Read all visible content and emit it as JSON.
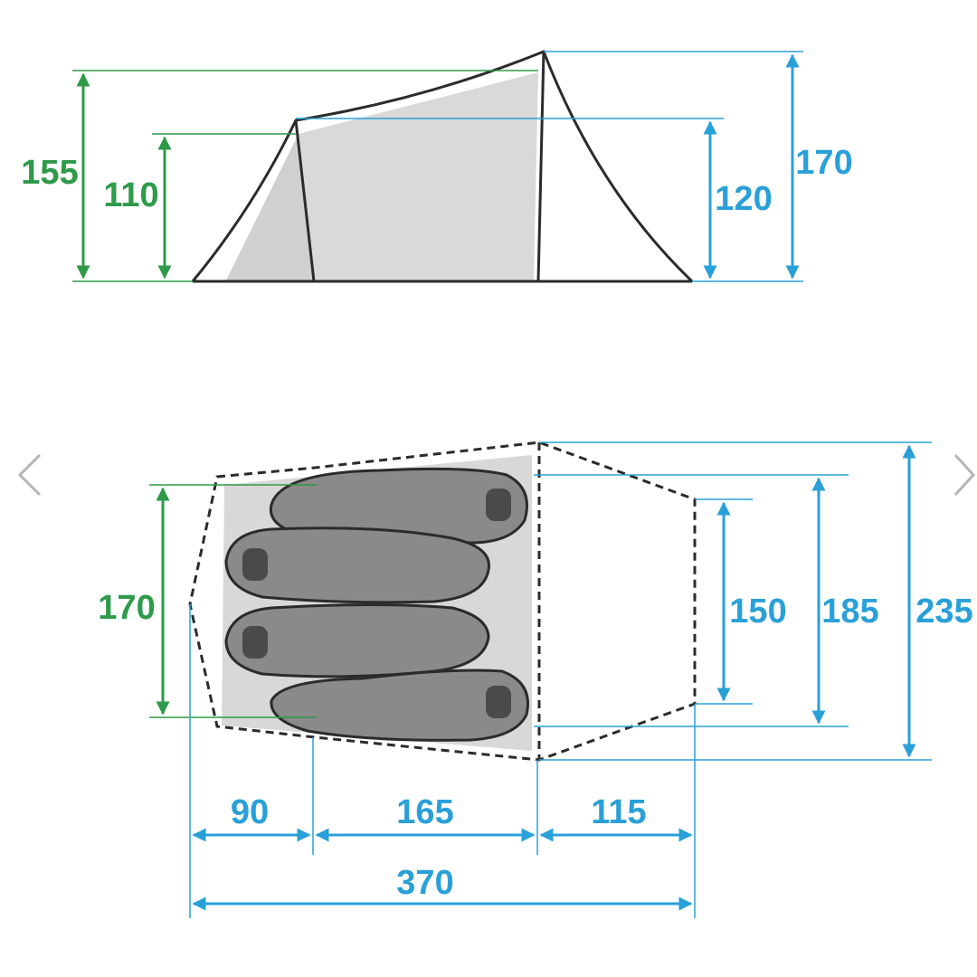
{
  "colors": {
    "green": "#2e9a4a",
    "blue": "#2aa0d8",
    "outline": "#2b2b2b",
    "floor": "#d8d8d8",
    "bag": "#8a8a8a",
    "head": "#4a4a4a",
    "nav": "#b5b5b5"
  },
  "side_view": {
    "total_height": "155",
    "front_pole_height": "110",
    "rear_pole_height": "120",
    "peak_height": "170"
  },
  "top_view": {
    "inner_width": "170",
    "vestibule_width": "150",
    "middle_width": "185",
    "overall_width": "235",
    "front_length": "90",
    "inner_length": "165",
    "vestibule_length": "115",
    "total_length": "370",
    "sleeping_bags": 4
  },
  "nav": {
    "prev_icon": "chevron-left-icon",
    "next_icon": "chevron-right-icon"
  }
}
